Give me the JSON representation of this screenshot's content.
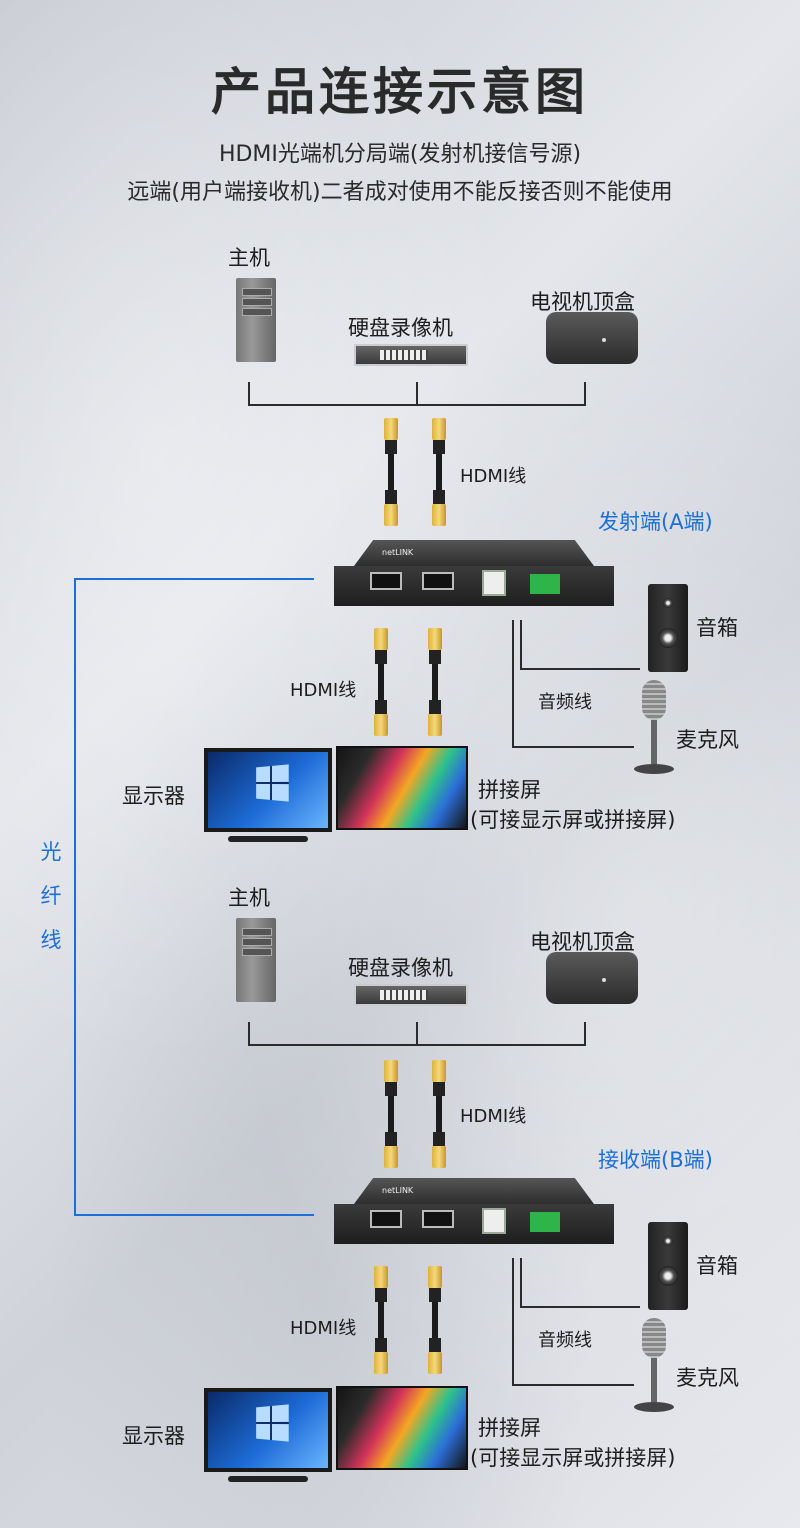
{
  "title": "产品连接示意图",
  "subtitle": {
    "line1": "HDMI光端机分局端(发射机接信号源)",
    "line2": "远端(用户端接收机)二者成对使用不能反接否则不能使用"
  },
  "fiber_label": [
    "光",
    "纤",
    "线"
  ],
  "sections": [
    {
      "end_label": "发射端(A端)",
      "sources": {
        "host": "主机",
        "nvr": "硬盘录像机",
        "stb": "电视机顶盒"
      },
      "hdmi_in_label": "HDMI线",
      "hdmi_out_label": "HDMI线",
      "audio_label": "音频线",
      "speaker": "音箱",
      "mic": "麦克风",
      "display": "显示器",
      "wall": "拼接屏",
      "wall_note": "(可接显示屏或拼接屏)"
    },
    {
      "end_label": "接收端(B端)",
      "sources": {
        "host": "主机",
        "nvr": "硬盘录像机",
        "stb": "电视机顶盒"
      },
      "hdmi_in_label": "HDMI线",
      "hdmi_out_label": "HDMI线",
      "audio_label": "音频线",
      "speaker": "音箱",
      "mic": "麦克风",
      "display": "显示器",
      "wall": "拼接屏",
      "wall_note": "(可接显示屏或拼接屏)"
    }
  ],
  "device_brand": "netLINK",
  "colors": {
    "accent": "#1a6fd8",
    "text": "#1d1d1d",
    "port_gold": "#ddb13a"
  }
}
